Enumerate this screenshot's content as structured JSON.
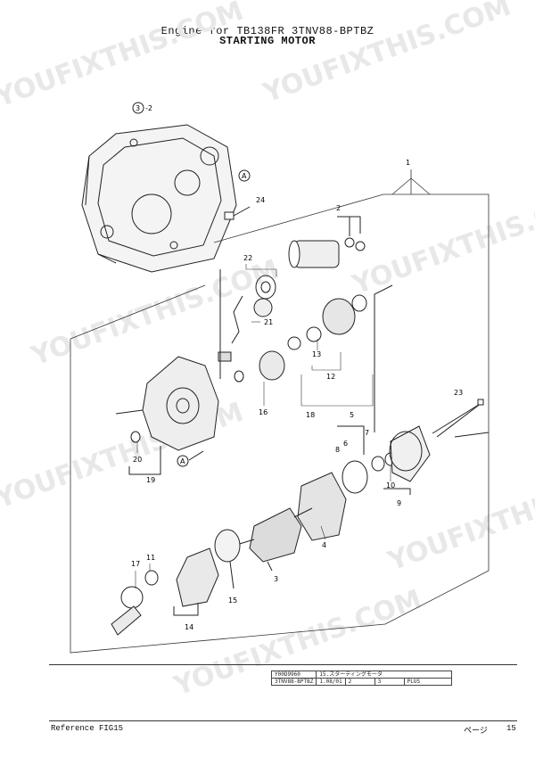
{
  "header": {
    "line1": "Engine for TB138FR  3TNV88-BPTBZ",
    "line2": "STARTING MOTOR"
  },
  "watermark": "YOUFIXTHIS.COM",
  "callouts": {
    "c1": "1",
    "c2": "2",
    "c3": "3",
    "c3_2": "3",
    "c3_2_suffix": "-2",
    "c4": "4",
    "c5": "5",
    "c6": "6",
    "c7": "7",
    "c8": "8",
    "c9": "9",
    "c10": "10",
    "c11": "11",
    "c12": "12",
    "c13": "13",
    "c14": "14",
    "c15": "15",
    "c16": "16",
    "c17": "17",
    "c18": "18",
    "c19": "19",
    "c20": "20",
    "c21": "21",
    "c22": "22",
    "c23": "23",
    "c24": "24",
    "refA": "A",
    "refA2": "A"
  },
  "info_table": {
    "code": "Y00D9960",
    "desc": "15.スターティングモータ",
    "model": "3TNV88-BPTBZ",
    "date": "1.08/01",
    "col3": "2",
    "col4": "3",
    "col5": "PLUS"
  },
  "footer": {
    "reference": "Reference   FIG15",
    "page_label": "ページ",
    "page_num": "15"
  }
}
